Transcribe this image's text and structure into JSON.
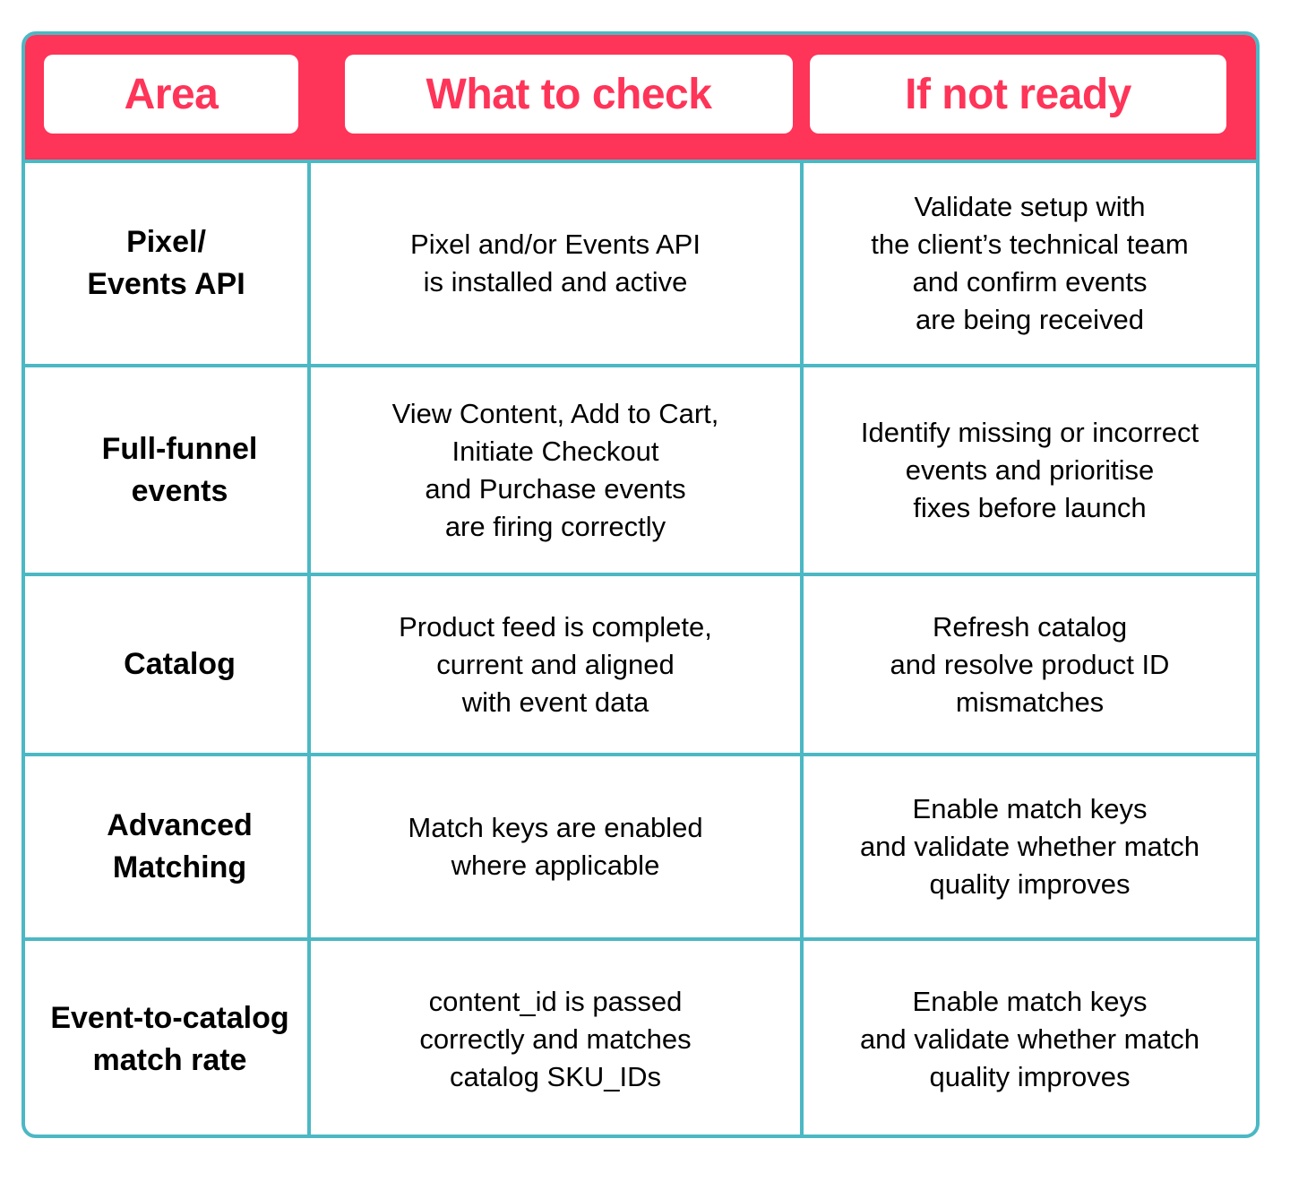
{
  "header": {
    "area": "Area",
    "what_to_check": "What to check",
    "if_not_ready": "If not ready"
  },
  "rows": [
    {
      "area": "Pixel/\nEvents API",
      "check": "Pixel and/or Events API\nis installed and active",
      "fix": "Validate setup with\nthe client’s technical team\nand confirm events\nare being received"
    },
    {
      "area": "Full-funnel\nevents",
      "check": "View Content, Add to Cart,\nInitiate Checkout\nand Purchase events\nare firing correctly",
      "fix": "Identify missing or incorrect\nevents and prioritise\nfixes before launch"
    },
    {
      "area": "Catalog",
      "check": "Product feed is complete,\ncurrent and aligned\nwith event data",
      "fix": "Refresh catalog\nand resolve product ID\nmismatches"
    },
    {
      "area": "Advanced\nMatching",
      "check": "Match keys are enabled\nwhere applicable",
      "fix": "Enable match keys\nand validate whether match\nquality improves"
    },
    {
      "area": "Event-to-catalog\nmatch rate",
      "check": "content_id is passed\ncorrectly and matches\ncatalog SKU_IDs",
      "fix": "Enable match keys\nand validate whether match\nquality improves"
    }
  ],
  "colors": {
    "accent": "#fe3458",
    "grid": "#4bb8c4"
  }
}
